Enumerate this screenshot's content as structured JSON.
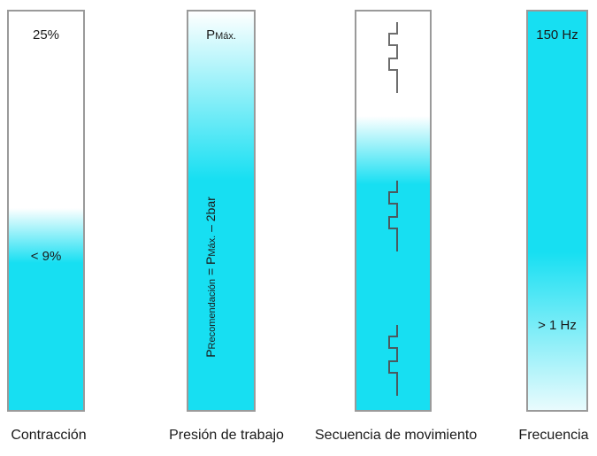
{
  "columns": [
    {
      "caption": "Contracción",
      "top_label": "25%",
      "level_label": "< 9%"
    },
    {
      "caption": "Presión de trabajo",
      "top_label_prefix": "P",
      "top_label_sub": "Máx.",
      "formula_prefix": "P",
      "formula_sub": "Recomendación",
      "formula_mid": " = P",
      "formula_sub2": "Máx.",
      "formula_end": " – 2bar"
    },
    {
      "caption": "Secuencia de movimiento"
    },
    {
      "caption": "Frecuencia",
      "top_label": "150 Hz",
      "level_label": "> 1 Hz"
    }
  ],
  "colors": {
    "cyan": "#17dff2",
    "border": "#9a9a9a"
  }
}
